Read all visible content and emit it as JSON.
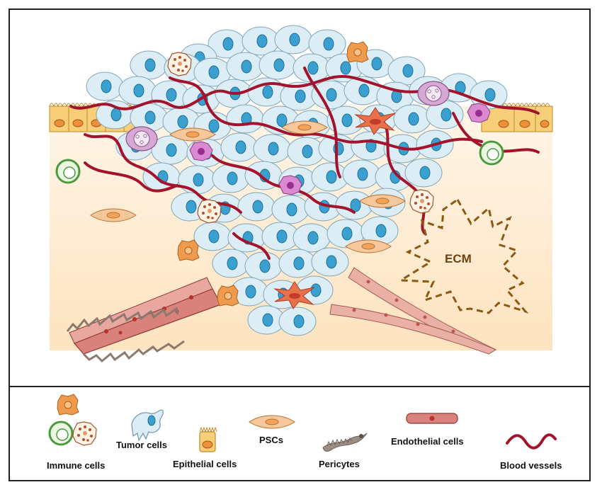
{
  "diagram": {
    "ecm_label": "ECM"
  },
  "legend": {
    "immune_cells": "Immune cells",
    "tumor_cells": "Tumor cells",
    "epithelial_cells": "Epithelial cells",
    "pscs": "PSCs",
    "pericytes": "Pericytes",
    "endothelial_cells": "Endothelial cells",
    "blood_vessels": "Blood vessels"
  },
  "colors": {
    "tumor_fill": "#d8ecf4",
    "tumor_nucleus": "#3aa0cf",
    "vessel": "#a3142c",
    "ecm": "#8a5a12",
    "psc": "#f6c79b",
    "immune_orange": "#ee9b4e",
    "immune_green": "#5aa54a",
    "endothelial": "#c96a66",
    "background_tissue": "#fde7c8"
  }
}
